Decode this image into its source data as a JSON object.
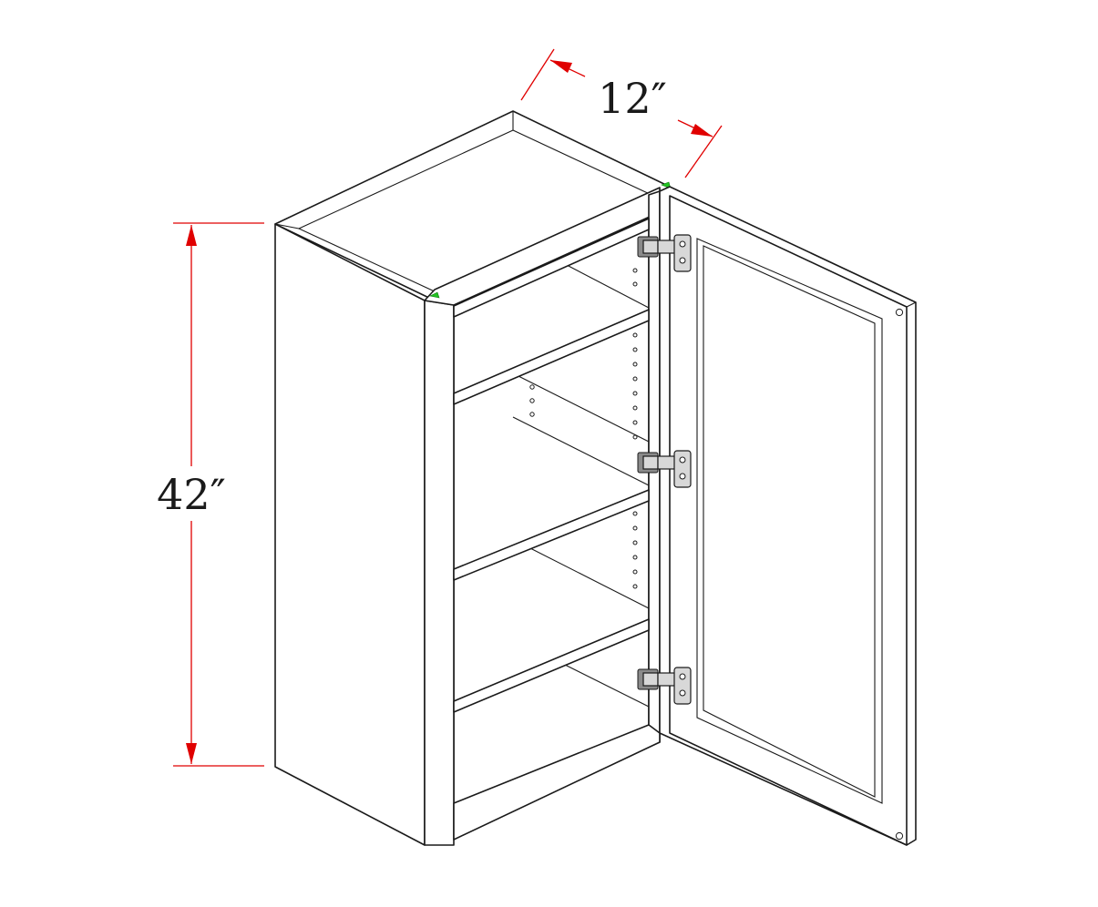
{
  "dimensions": {
    "width": {
      "label": "12″"
    },
    "height": {
      "label": "42″"
    }
  },
  "colors": {
    "dimension_line": "#e00000",
    "outline": "#1a1a1a",
    "marker": "#22c322",
    "background": "#ffffff"
  },
  "parts": {
    "shelves": 3,
    "hinges": 3,
    "doors": 1
  }
}
